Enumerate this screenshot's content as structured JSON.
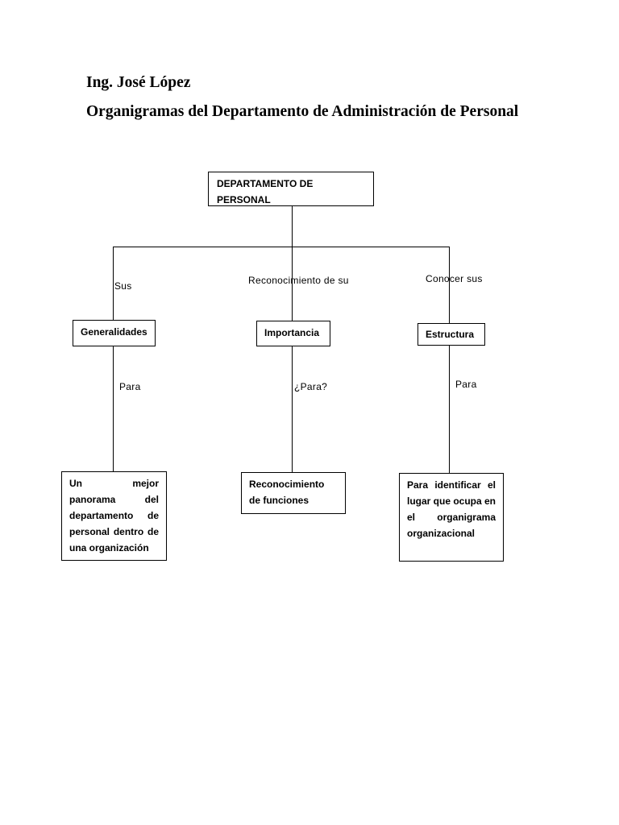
{
  "header": {
    "author": "Ing. José López",
    "title": "Organigramas del Departamento de Administración de Personal"
  },
  "diagram": {
    "root": "DEPARTAMENTO DE PERSONAL",
    "branches": [
      {
        "edge_label": "Sus",
        "node": "Generalidades",
        "sub_edge_label": "Para",
        "leaf": "Un mejor panorama del departamento de personal dentro de una organización"
      },
      {
        "edge_label": "Reconocimiento de su",
        "node": "Importancia",
        "sub_edge_label": "¿Para?",
        "leaf": "Reconocimiento de funciones"
      },
      {
        "edge_label": "Conocer sus",
        "node": "Estructura",
        "sub_edge_label": "Para",
        "leaf": "Para identificar el lugar que ocupa en el organigrama organizacional"
      }
    ]
  }
}
